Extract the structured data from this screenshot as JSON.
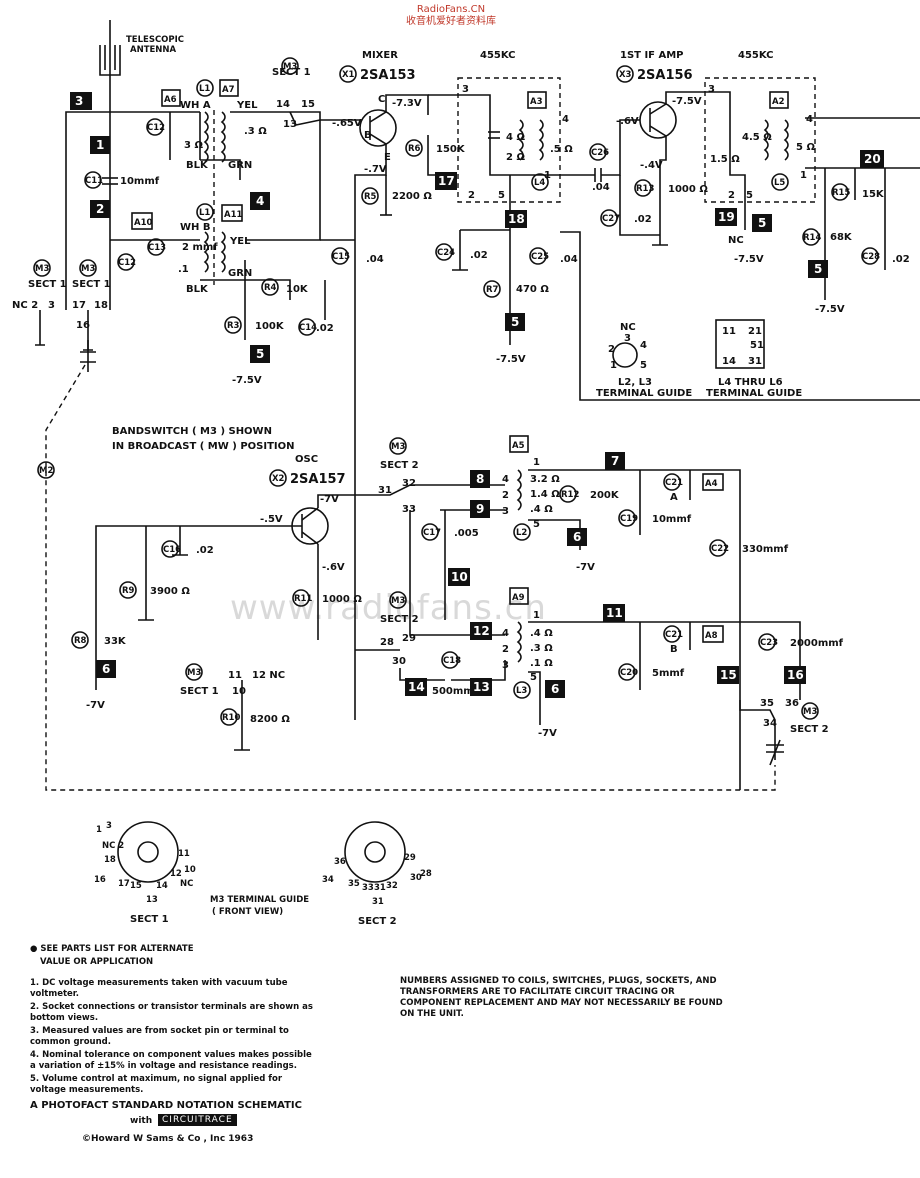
{
  "site_watermark": {
    "url": "RadioFans.CN",
    "cn": "收音机爱好者资料库",
    "faint": "www.radiofans.cn"
  },
  "antenna_label": [
    "TELESCOPIC",
    "ANTENNA"
  ],
  "stage_labels": {
    "mixer": "MIXER",
    "mixer_ref": "X1",
    "mixer_type": "2SA153",
    "if_amp": "1ST IF AMP",
    "if_ref": "X3",
    "if_type": "2SA156",
    "osc": "OSC",
    "osc_ref": "X2",
    "osc_type": "2SA157"
  },
  "freq_labels": {
    "if1": "455KC",
    "if2": "455KC"
  },
  "box_numbers": [
    "3",
    "1",
    "2",
    "4",
    "5",
    "17",
    "18",
    "5",
    "19",
    "5",
    "20",
    "5",
    "8",
    "9",
    "7",
    "6",
    "10",
    "12",
    "11",
    "14",
    "13",
    "6",
    "15",
    "16",
    "6"
  ],
  "components": {
    "c11": "10mmf",
    "c13": "2 mmf",
    ".1": ".1",
    "r4": "10K",
    "c14": ".02",
    "r3": "100K",
    "r5": "2200 Ω",
    "c15": ".04",
    "r6": "150K",
    "c24": ".02",
    "r7": "470 Ω",
    "c25": ".04",
    "c26": ".04",
    "r13": "1000 Ω",
    "c27": ".02",
    "r15": "15K",
    "r14": "68K",
    "c28": ".02",
    "c16": ".02",
    "r9": "3900 Ω",
    "r8": "33K",
    "r11": "1000 Ω",
    "r10": "8200 Ω",
    "r12": "200K",
    "c17": ".005",
    "c19": "10mmf",
    "c22": "330mmf",
    "c20": "5mmf",
    "c23": "2000mmf",
    "c18": "500mmf"
  },
  "voltages": {
    "mixer_c": "-7.3V",
    "mixer_b": "-.65V",
    "mixer_e": "-.7V",
    "if_c": "-7.5V",
    "if_b": "-.6V",
    "if_e": "-.4V",
    "osc_c": "-7V",
    "osc_b": "-.5V",
    "osc_e": "-.6V",
    "supply1": "-7.5V",
    "supply2": "-7.5V",
    "supply3": "-7.5V",
    "supply4": "-7.5V",
    "supply5": "-7V",
    "supply6": "-7V",
    "supply7": "-7V"
  },
  "bandswitch_note": [
    "BANDSWITCH ( M3 ) SHOWN",
    "IN BROADCAST ( MW ) POSITION"
  ],
  "terminal_guides": {
    "l2l3": [
      "L2, L3",
      "TERMINAL GUIDE"
    ],
    "l4l6": [
      "L4 THRU L6",
      "TERMINAL GUIDE"
    ],
    "m3": [
      "M3 TERMINAL GUIDE",
      "( FRONT VIEW)"
    ],
    "sect1": "SECT 1",
    "sect2": "SECT 2"
  },
  "parts_note": [
    "● SEE PARTS LIST FOR ALTERNATE",
    "VALUE OR APPLICATION"
  ],
  "notes": [
    "1. DC voltage measurements taken with vacuum tube voltmeter.",
    "2. Socket connections or transistor terminals are shown as bottom views.",
    "3. Measured values are from socket pin or terminal to common ground.",
    "4. Nominal tolerance on component values makes possible a variation of ±15% in voltage and resistance readings.",
    "5. Volume control at maximum, no signal applied for voltage measurements."
  ],
  "right_note": "NUMBERS ASSIGNED TO COILS, SWITCHES, PLUGS, SOCKETS, AND TRANSFORMERS ARE TO FACILITATE CIRCUIT TRACING OR COMPONENT REPLACEMENT AND MAY NOT NECESSARILY BE FOUND ON THE UNIT.",
  "brand": "A PHOTOFACT STANDARD NOTATION SCHEMATIC",
  "with": "with",
  "circuitrace": "CIRCUITRACE",
  "copyright": "©Howard W Sams & Co , Inc 1963"
}
